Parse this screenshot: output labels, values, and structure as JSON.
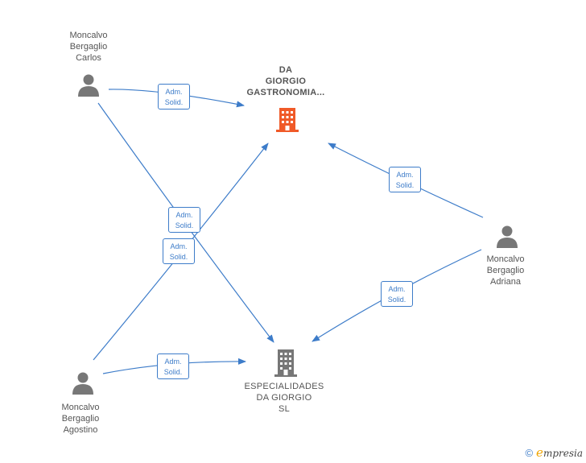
{
  "nodes": {
    "carlos": {
      "label_lines": [
        "Moncalvo",
        "Bergaglio",
        "Carlos"
      ]
    },
    "adriana": {
      "label_lines": [
        "Moncalvo",
        "Bergaglio",
        "Adriana"
      ]
    },
    "agostino": {
      "label_lines": [
        "Moncalvo",
        "Bergaglio",
        "Agostino"
      ]
    },
    "da_giorgio": {
      "label_lines": [
        "DA",
        "GIORGIO",
        "GASTRONOMIA..."
      ],
      "icon_color": "#f05a28"
    },
    "especialidades": {
      "label_lines": [
        "ESPECIALIDADES",
        "DA GIORGIO",
        "SL"
      ],
      "icon_color": "#777777"
    }
  },
  "edge_labels": [
    {
      "line1": "Adm.",
      "line2": "Solid."
    },
    {
      "line1": "Adm.",
      "line2": "Solid."
    },
    {
      "line1": "Adm.",
      "line2": "Solid."
    },
    {
      "line1": "Adm.",
      "line2": "Solid."
    },
    {
      "line1": "Adm.",
      "line2": "Solid."
    },
    {
      "line1": "Adm.",
      "line2": "Solid."
    }
  ],
  "colors": {
    "edge": "#3d7cc9",
    "person_icon": "#777777"
  },
  "brand": {
    "copyright": "©",
    "e": "e",
    "name": "mpresia"
  }
}
